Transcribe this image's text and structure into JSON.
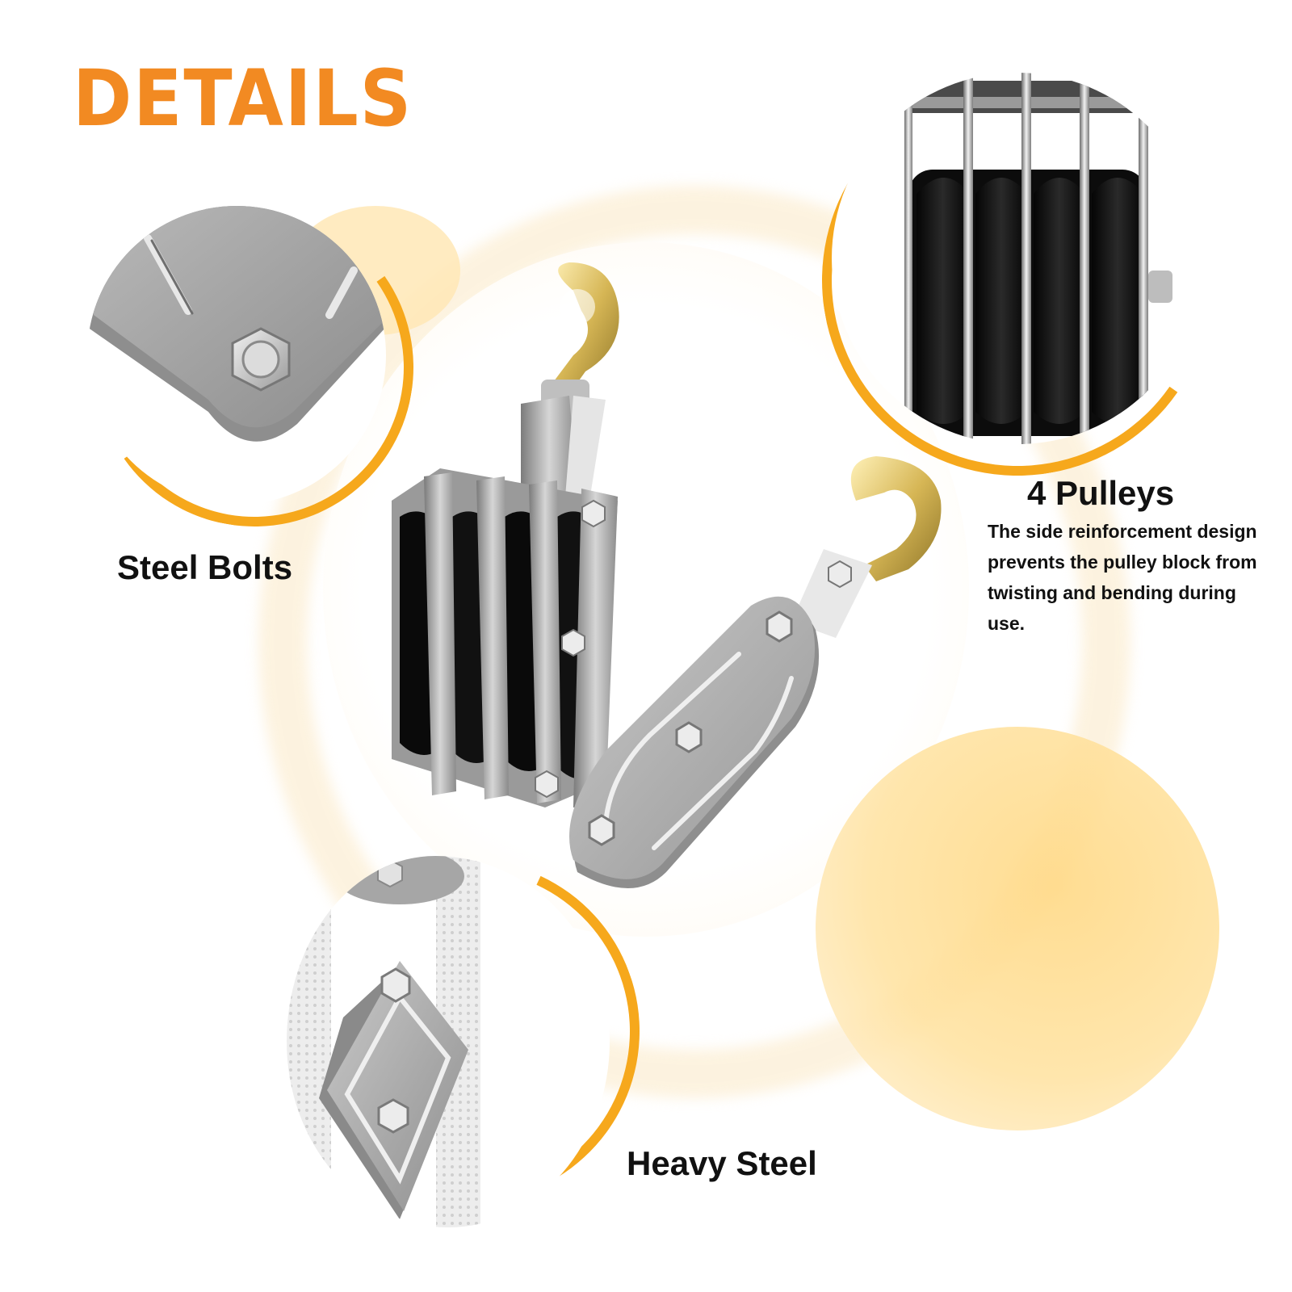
{
  "title": "DETAILS",
  "features": {
    "bolts": {
      "label": "Steel Bolts"
    },
    "pulleys": {
      "label": "4 Pulleys",
      "description": "The side reinforcement design prevents the pulley block from twisting and bending during use."
    },
    "steel": {
      "label": "Heavy Steel"
    }
  },
  "colors": {
    "accent": "#f28a22",
    "arc": "#f6a81c",
    "soft_yellow": "#ffe3a3"
  }
}
